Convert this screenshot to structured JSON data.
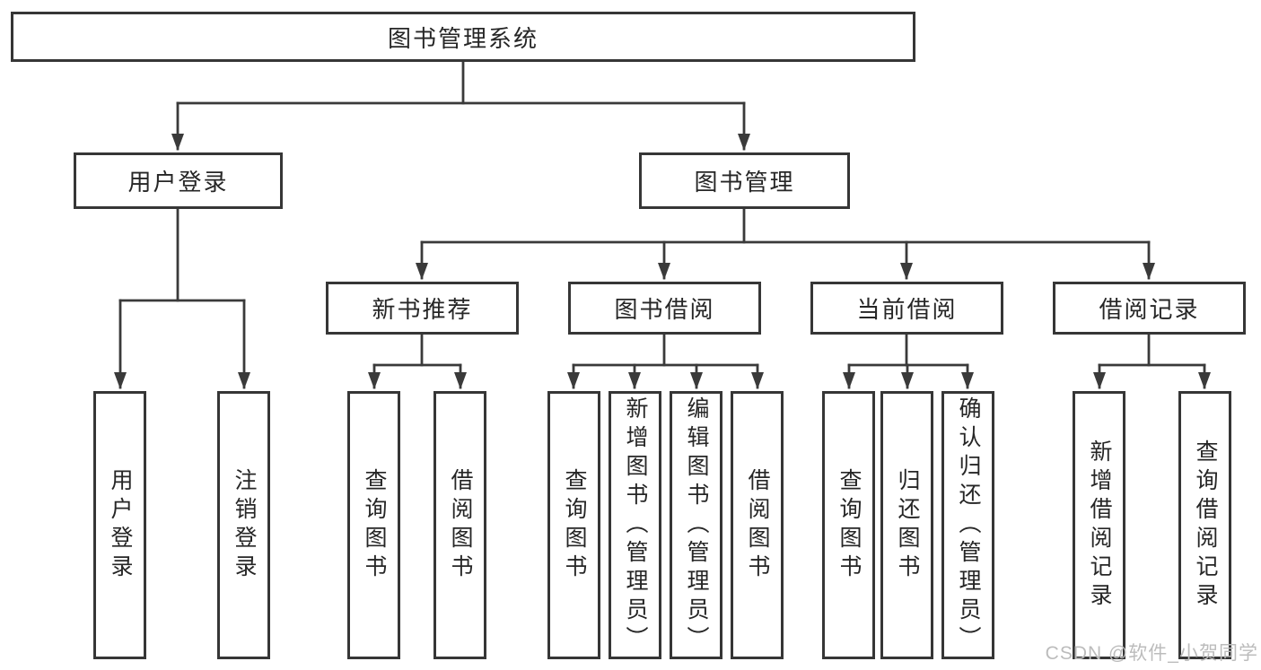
{
  "diagram": {
    "root": {
      "label": "图书管理系统"
    },
    "level2": [
      {
        "label": "用户登录"
      },
      {
        "label": "图书管理"
      }
    ],
    "level3": [
      {
        "label": "新书推荐"
      },
      {
        "label": "图书借阅"
      },
      {
        "label": "当前借阅"
      },
      {
        "label": "借阅记录"
      }
    ],
    "leaves": [
      {
        "label": "用户登录"
      },
      {
        "label": "注销登录"
      },
      {
        "label": "查询图书"
      },
      {
        "label": "借阅图书"
      },
      {
        "label": "查询图书"
      },
      {
        "label": "新增图书（管理员）"
      },
      {
        "label": "编辑图书（管理员）"
      },
      {
        "label": "借阅图书"
      },
      {
        "label": "查询图书"
      },
      {
        "label": "归还图书"
      },
      {
        "label": "确认归还（管理员）"
      },
      {
        "label": "新增借阅记录"
      },
      {
        "label": "查询借阅记录"
      }
    ]
  },
  "watermark": {
    "text": "CSDN @软件_小贺同学"
  },
  "colors": {
    "background": "#ffffff",
    "line": "#3a3a3a",
    "box_border": "#363636",
    "text": "#262626",
    "watermark": "#bcbcbc"
  }
}
